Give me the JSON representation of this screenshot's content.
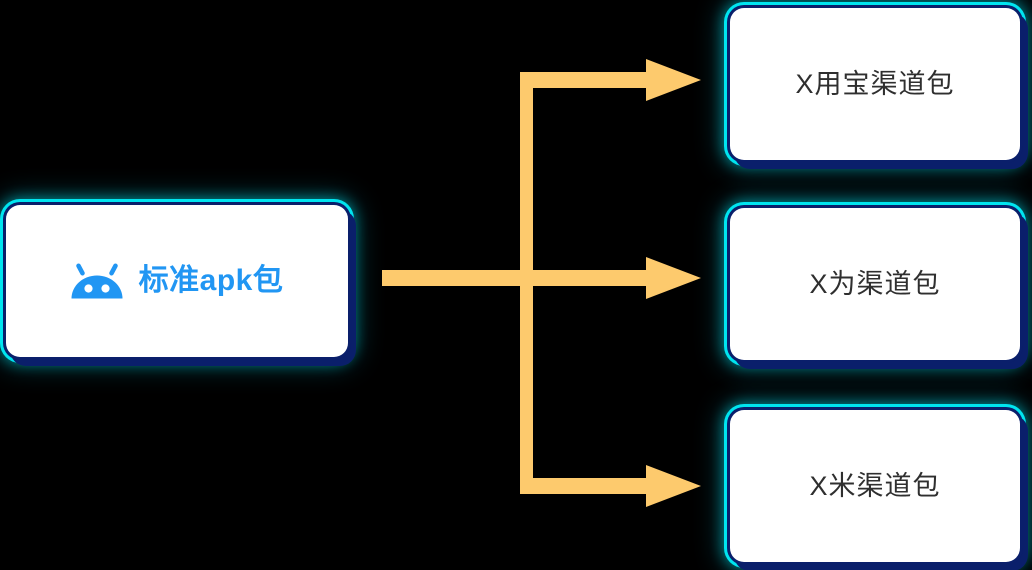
{
  "diagram": {
    "type": "flow-fanout",
    "title_text": null,
    "background_color": "#000000",
    "source": {
      "label": "标准apk包",
      "icon": "android-robot-icon",
      "icon_color": "#2196f3",
      "text_color": "#2196f3",
      "box_fill": "#ffffff",
      "glow_color": "#00e5f0",
      "shadow_color": "#0a1f6b"
    },
    "targets": [
      {
        "label": "X用宝渠道包",
        "text_color": "#2f2f2f",
        "box_fill": "#ffffff",
        "glow_color": "#00e5f0",
        "shadow_color": "#0a1f6b"
      },
      {
        "label": "X为渠道包",
        "text_color": "#2f2f2f",
        "box_fill": "#ffffff",
        "glow_color": "#00e5f0",
        "shadow_color": "#0a1f6b"
      },
      {
        "label": "X米渠道包",
        "text_color": "#2f2f2f",
        "box_fill": "#ffffff",
        "glow_color": "#00e5f0",
        "shadow_color": "#0a1f6b"
      }
    ],
    "connectors": {
      "color": "#fdca6d",
      "count": 3,
      "style": "elbow-arrow",
      "description": "One trunk from the source box splits into three arrows pointing at the three channel-package boxes."
    }
  }
}
